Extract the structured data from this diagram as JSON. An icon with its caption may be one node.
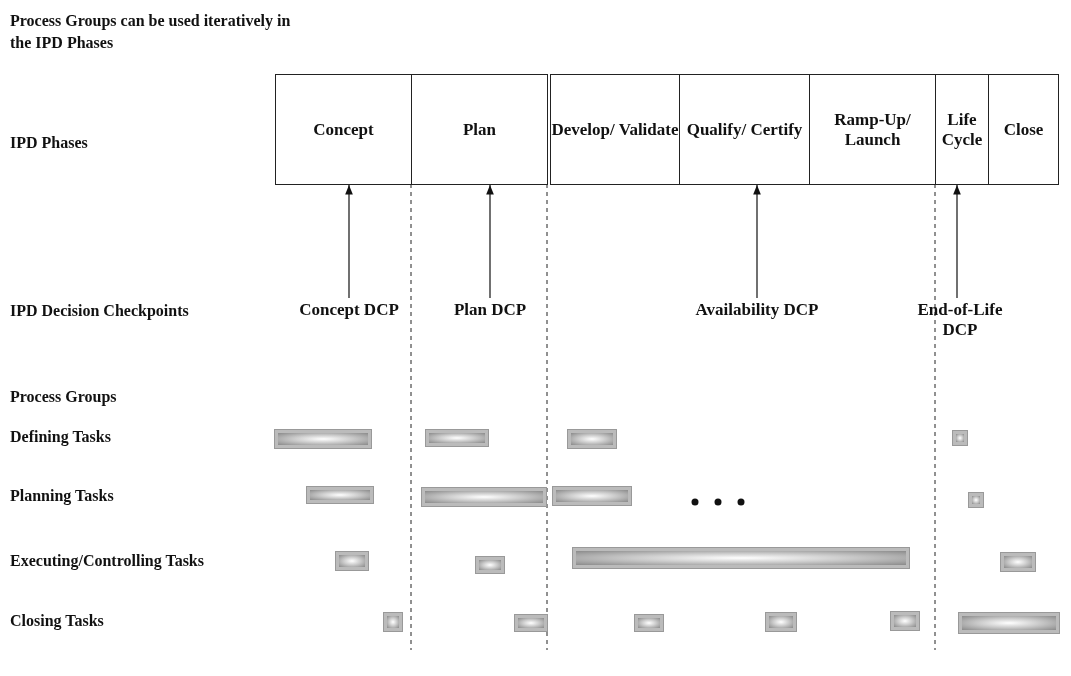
{
  "diagram": {
    "title": "Process Groups can be used iteratively in the IPD Phases",
    "nodes": [
      {
        "text": [
          "Concept"
        ]
      },
      {
        "text": [
          "Plan"
        ]
      },
      {
        "text": [
          "Develop/ Validate"
        ]
      },
      {
        "text": [
          "Qualify/ Certify"
        ]
      },
      {
        "text": [
          "Ramp-Up/ Launch"
        ]
      },
      {
        "text": [
          "Life Cycle"
        ]
      },
      {
        "text": [
          "Close"
        ]
      },
      {
        "text": [
          "Concept DCP"
        ]
      },
      {
        "text": [
          "Plan DCP"
        ]
      },
      {
        "text": [
          "Availability DCP"
        ]
      },
      {
        "text": [
          "End-of-Life DCP"
        ]
      },
      {
        "text": [],
        "shape": "bar"
      },
      {
        "text": [],
        "shape": "bar"
      },
      {
        "text": [],
        "shape": "bar"
      },
      {
        "text": [],
        "shape": "bar"
      },
      {
        "text": [],
        "shape": "bar"
      },
      {
        "text": [],
        "shape": "bar"
      },
      {
        "text": [],
        "shape": "bar"
      },
      {
        "text": [],
        "shape": "bar"
      },
      {
        "text": [],
        "shape": "bar"
      },
      {
        "text": [],
        "shape": "bar"
      },
      {
        "text": [],
        "shape": "bar"
      },
      {
        "text": [],
        "shape": "bar"
      },
      {
        "text": [],
        "shape": "bar"
      },
      {
        "text": [],
        "shape": "bar"
      },
      {
        "text": [],
        "shape": "bar"
      },
      {
        "text": [],
        "shape": "bar"
      },
      {
        "text": [],
        "shape": "bar"
      },
      {
        "text": [],
        "shape": "bar"
      }
    ],
    "edges": [
      {
        "from": 7,
        "to": 0,
        "arrow": "to"
      },
      {
        "from": 8,
        "to": 1,
        "arrow": "to"
      },
      {
        "from": 9,
        "to": 3,
        "arrow": "to"
      },
      {
        "from": 10,
        "to": 5,
        "arrow": "to"
      }
    ],
    "labels": [
      "IPD Phases",
      "IPD Decision Checkpoints",
      "Process Groups",
      "Defining Tasks",
      "Planning Tasks",
      "Executing/Controlling Tasks",
      "Closing Tasks"
    ]
  }
}
